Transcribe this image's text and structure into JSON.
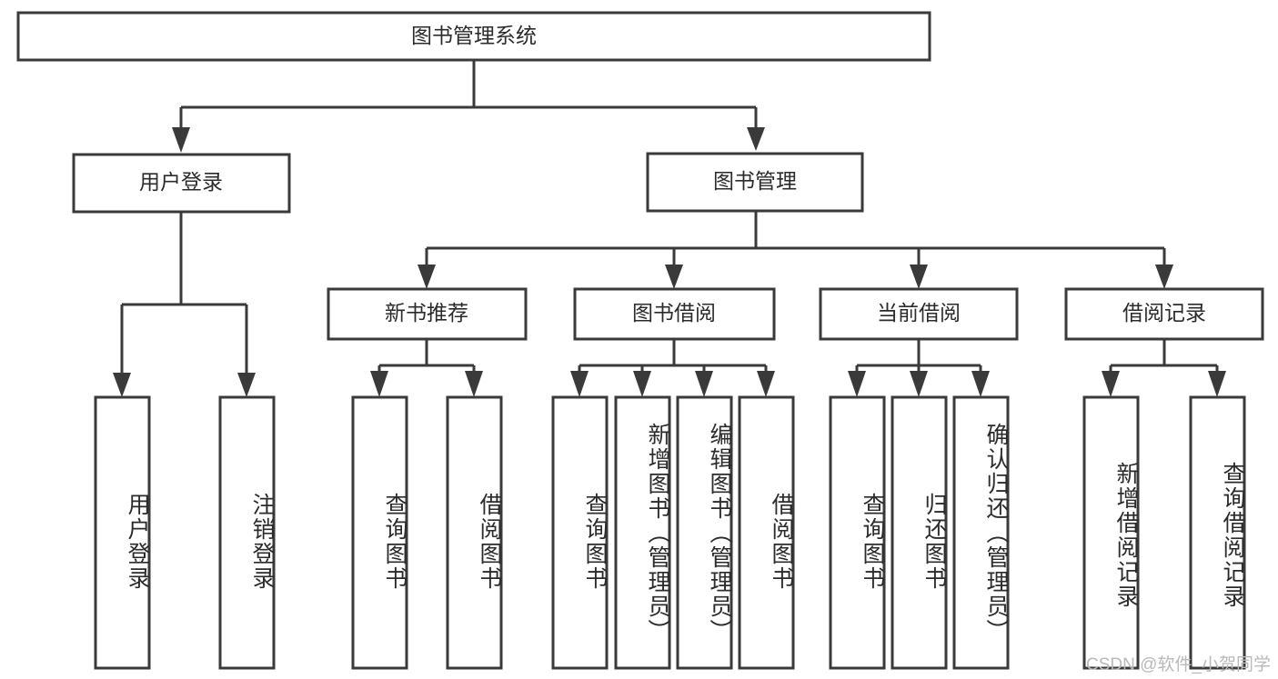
{
  "diagram": {
    "title": "图书管理系统",
    "type": "hierarchy-tree",
    "watermark": "CSDN @软件_小贺同学",
    "colors": {
      "stroke": "#3a3a3a",
      "fill": "#ffffff",
      "text": "#2b2b2b",
      "watermark": "#b9b9b9"
    },
    "levels": {
      "root": {
        "label": "图书管理系统"
      },
      "level2": [
        {
          "label": "用户登录"
        },
        {
          "label": "图书管理"
        }
      ],
      "level3": [
        {
          "label": "新书推荐"
        },
        {
          "label": "图书借阅"
        },
        {
          "label": "当前借阅"
        },
        {
          "label": "借阅记录"
        }
      ],
      "leaves": [
        {
          "label": "用户登录",
          "parent": "用户登录"
        },
        {
          "label": "注销登录",
          "parent": "用户登录"
        },
        {
          "label": "查询图书",
          "parent": "新书推荐"
        },
        {
          "label": "借阅图书",
          "parent": "新书推荐"
        },
        {
          "label": "查询图书",
          "parent": "图书借阅"
        },
        {
          "label": "新增图书（管理员）",
          "parent": "图书借阅"
        },
        {
          "label": "编辑图书（管理员）",
          "parent": "图书借阅"
        },
        {
          "label": "借阅图书",
          "parent": "图书借阅"
        },
        {
          "label": "查询图书",
          "parent": "当前借阅"
        },
        {
          "label": "归还图书",
          "parent": "当前借阅"
        },
        {
          "label": "确认归还（管理员）",
          "parent": "当前借阅"
        },
        {
          "label": "新增借阅记录",
          "parent": "借阅记录"
        },
        {
          "label": "查询借阅记录",
          "parent": "借阅记录"
        }
      ]
    }
  }
}
